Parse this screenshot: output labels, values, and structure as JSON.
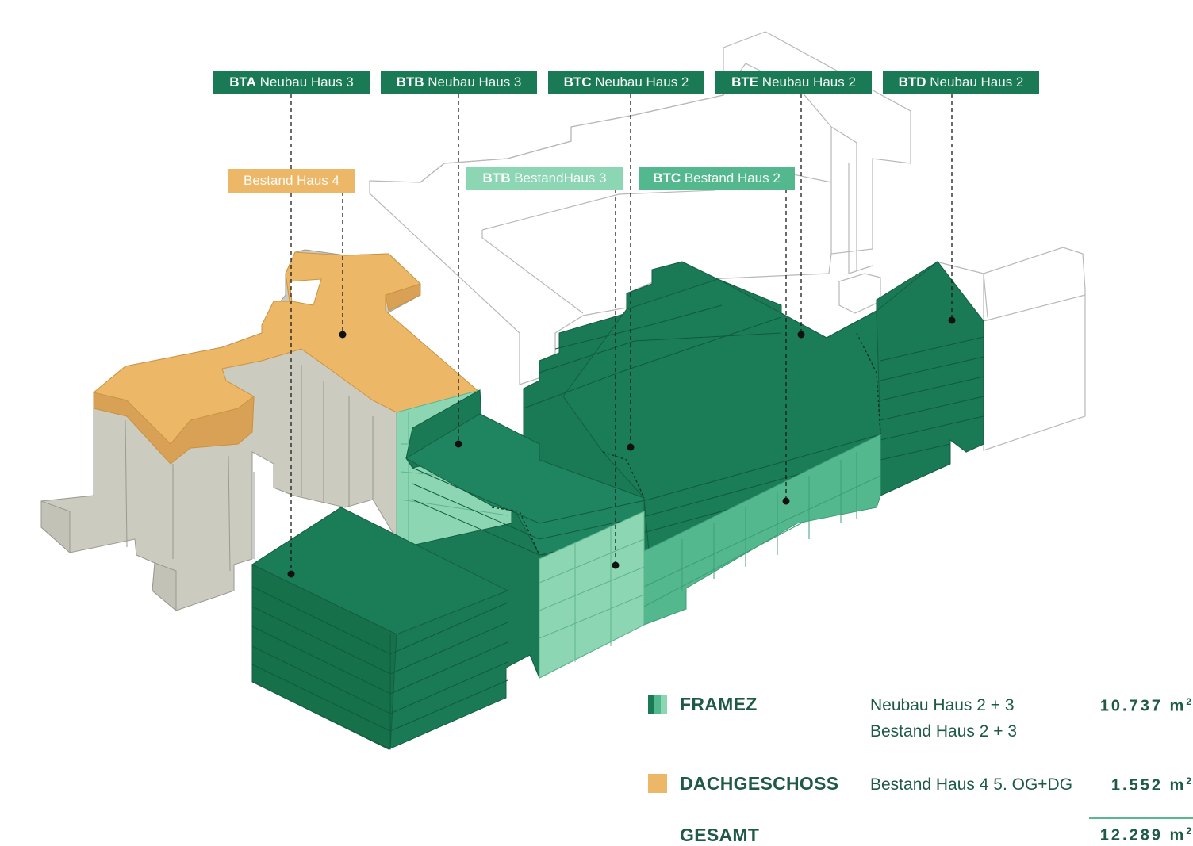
{
  "labels": {
    "bta": {
      "code": "BTA",
      "text": " Neubau Haus 3"
    },
    "btb": {
      "code": "BTB",
      "text": " Neubau Haus 3"
    },
    "btc": {
      "code": "BTC",
      "text": " Neubau Haus 2"
    },
    "bte": {
      "code": "BTE",
      "text": " Neubau Haus 2"
    },
    "btd": {
      "code": "BTD",
      "text": " Neubau Haus 2"
    },
    "bestand4": {
      "text": "Bestand Haus 4"
    },
    "btb_bestand": {
      "code": "BTB",
      "text": " BestandHaus 3"
    },
    "btc_bestand": {
      "code": "BTC",
      "text": " Bestand Haus 2"
    }
  },
  "legend": {
    "framez": {
      "title": "FRAMEZ",
      "desc1": "Neubau Haus 2 + 3",
      "desc2": "Bestand Haus 2 + 3",
      "value": "10.737 m",
      "unit_sup": "2"
    },
    "dach": {
      "title": "DACHGESCHOSS",
      "desc": "Bestand Haus 4 5. OG+DG",
      "value": "1.552 m",
      "unit_sup": "2"
    },
    "gesamt": {
      "title": "GESAMT",
      "value": "12.289 m",
      "unit_sup": "2"
    }
  },
  "colors": {
    "dark_green": "#1a7a55",
    "mid_green": "#54b88e",
    "mint_green": "#8cd6b3",
    "orange": "#ecb868",
    "gray": "#cbcbc0",
    "text": "#1e5a47"
  }
}
